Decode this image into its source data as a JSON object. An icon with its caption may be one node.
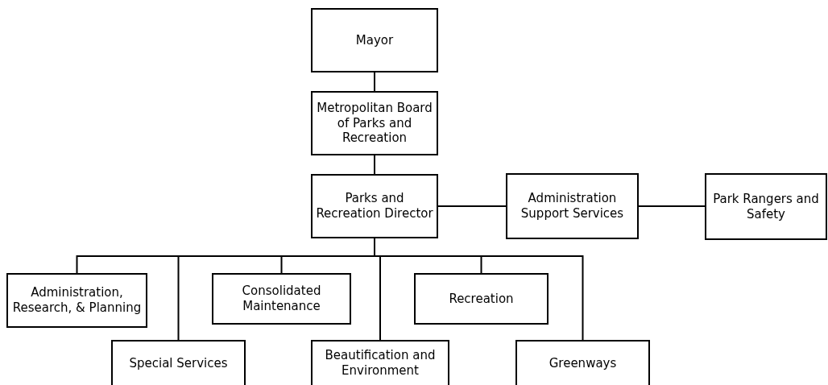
{
  "diagram": {
    "nodes": [
      {
        "text": [
          "Mayor"
        ]
      },
      {
        "text": [
          "Metropolitan Board of Parks and Recreation"
        ]
      },
      {
        "text": [
          "Parks and Recreation Director"
        ]
      },
      {
        "text": [
          "Administration Support Services"
        ]
      },
      {
        "text": [
          "Park Rangers and Safety"
        ]
      },
      {
        "text": [
          "Administration, Research, & Planning"
        ]
      },
      {
        "text": [
          "Consolidated Maintenance"
        ]
      },
      {
        "text": [
          "Recreation"
        ]
      },
      {
        "text": [
          "Special Services"
        ]
      },
      {
        "text": [
          "Beautification and Environment"
        ]
      },
      {
        "text": [
          "Greenways"
        ]
      }
    ],
    "edges": [
      {
        "from": 0,
        "to": 1,
        "arrow": "none"
      },
      {
        "from": 1,
        "to": 2,
        "arrow": "none"
      },
      {
        "from": 2,
        "to": 3,
        "arrow": "none"
      },
      {
        "from": 3,
        "to": 4,
        "arrow": "none"
      },
      {
        "from": 2,
        "to": 5,
        "arrow": "none"
      },
      {
        "from": 2,
        "to": 8,
        "arrow": "none"
      },
      {
        "from": 2,
        "to": 6,
        "arrow": "none"
      },
      {
        "from": 2,
        "to": 9,
        "arrow": "none"
      },
      {
        "from": 2,
        "to": 7,
        "arrow": "none"
      },
      {
        "from": 2,
        "to": 10,
        "arrow": "none"
      }
    ]
  }
}
